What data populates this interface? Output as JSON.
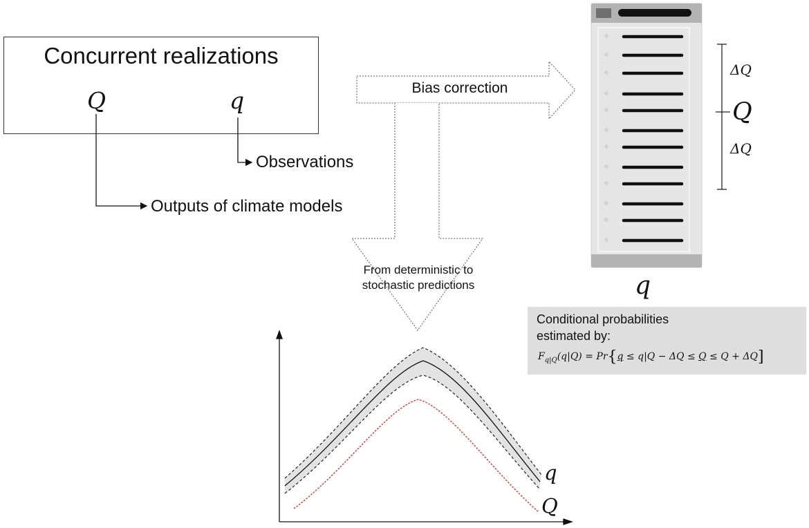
{
  "concurrent": {
    "title": "Concurrent realizations",
    "sym_Q": "Q",
    "sym_q": "q"
  },
  "labels": {
    "observations": "Observations",
    "outputs": "Outputs of climate models",
    "bias_correction": "Bias correction",
    "stoch_line1": "From deterministic to",
    "stoch_line2": "stochastic predictions"
  },
  "panel": {
    "delta_top": "ΔQ",
    "center_Q": "Q",
    "delta_bottom": "ΔQ",
    "below_q": "q"
  },
  "conditional": {
    "line1": "Conditional probabilities",
    "line2": "estimated by:",
    "formula": {
      "F": "F",
      "sub": "q|Q",
      "arg": "(q|Q) = Pr",
      "open": "{",
      "q_under": "q",
      "mid": " ≤ q|Q − ΔQ ≤ ",
      "Q_under": "Q",
      "end": " ≤ Q + ΔQ",
      "close": "]"
    }
  },
  "curve_labels": {
    "upper": "q",
    "lower": "Q"
  },
  "colors": {
    "model_curve": "#e02020",
    "band": "#e3e3e3",
    "panel_body": "#e6e6e6",
    "panel_bar": "#b3b3b3",
    "cond_box": "#dedede"
  }
}
